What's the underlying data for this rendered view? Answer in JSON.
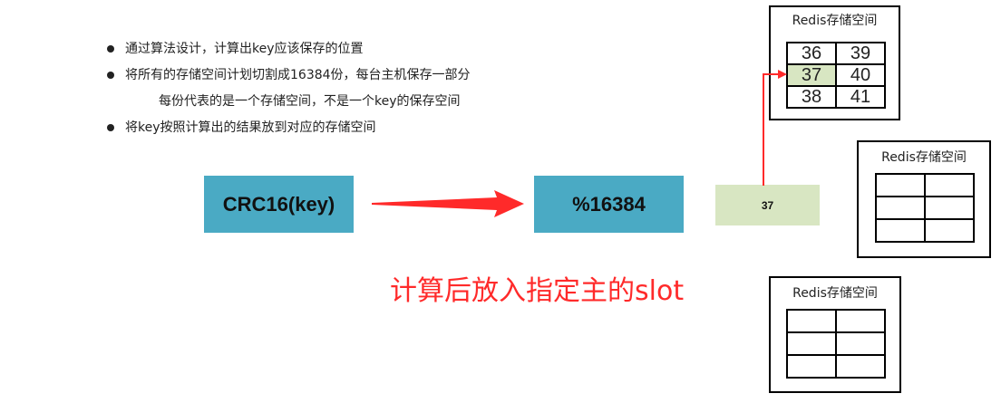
{
  "bullets": [
    "通过算法设计，计算出key应该保存的位置",
    "将所有的存储空间计划切割成16384份，每台主机保存一部分",
    "每份代表的是一个存储空间，不是一个key的保存空间",
    "将key按照计算出的结果放到对应的存储空间"
  ],
  "boxes": {
    "crc": "CRC16(key)",
    "mod": "%16384",
    "slot": "37"
  },
  "caption": "计算后放入指定主的slot",
  "redis_title": "Redis存储空间",
  "slots": [
    [
      "36",
      "39"
    ],
    [
      "37",
      "40"
    ],
    [
      "38",
      "41"
    ]
  ],
  "colors": {
    "box_blue": "#4aaac4",
    "slot_green": "#d8e6c2",
    "arrow_red": "#ff2a2a"
  }
}
